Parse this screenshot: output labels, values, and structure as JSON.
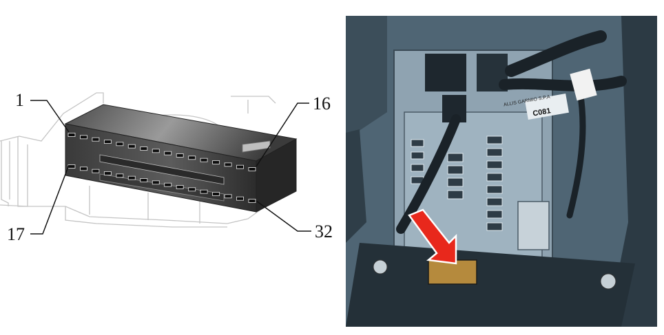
{
  "diagram": {
    "pin_labels": {
      "top_left": "1",
      "top_right": "16",
      "bottom_left": "17",
      "bottom_right": "32"
    },
    "top_row_pin_count": 16,
    "bottom_row_pin_count": 16
  },
  "photo": {
    "harness_tag": "C081",
    "harness_print": "ALLIS GARMIO S.P.A",
    "arrow_color": "#e8281c",
    "highlight_color": "#b58a3d"
  },
  "colors": {
    "connector_body": "#2e2e2e",
    "outline": "#bdbdbd",
    "photo_tint": "#5f7585"
  }
}
